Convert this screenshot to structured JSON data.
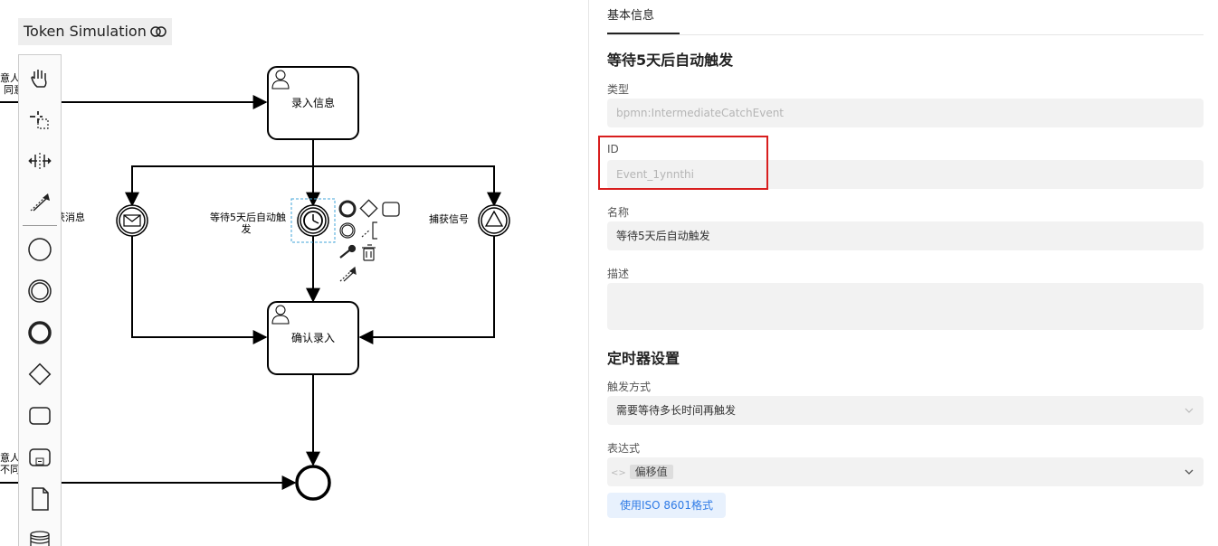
{
  "canvas": {
    "token_simulation_label": "Token Simulation",
    "nodes": {
      "user_task_1": "录入信息",
      "user_task_2": "确认录入",
      "timer_event_label_line1": "等待5天后自动触",
      "timer_event_label_line2": "发",
      "message_event_label": "获消息",
      "signal_event_label": "捕获信号",
      "left_label_top_1": "意人",
      "left_label_top_2": "同意",
      "left_label_bottom_1": "意人",
      "left_label_bottom_2": "不同"
    },
    "palette_icons": [
      "hand-tool-icon",
      "lasso-tool-icon",
      "space-tool-icon",
      "connect-tool-icon",
      "start-event-icon",
      "intermediate-event-icon",
      "end-event-icon",
      "gateway-icon",
      "task-icon",
      "subprocess-icon",
      "data-object-icon",
      "data-store-icon"
    ]
  },
  "panel": {
    "tab_label": "基本信息",
    "element_title": "等待5天后自动触发",
    "type_label": "类型",
    "type_value": "bpmn:IntermediateCatchEvent",
    "id_label": "ID",
    "id_value": "Event_1ynnthi",
    "name_label": "名称",
    "name_value": "等待5天后自动触发",
    "desc_label": "描述",
    "desc_value": "",
    "timer_section_title": "定时器设置",
    "trigger_label": "触发方式",
    "trigger_value": "需要等待多长时间再触发",
    "expr_label": "表达式",
    "expr_tag": "偏移值",
    "iso_button": "使用ISO 8601格式"
  },
  "colors": {
    "highlight": "#d81e1e",
    "accent": "#2f7be6"
  }
}
